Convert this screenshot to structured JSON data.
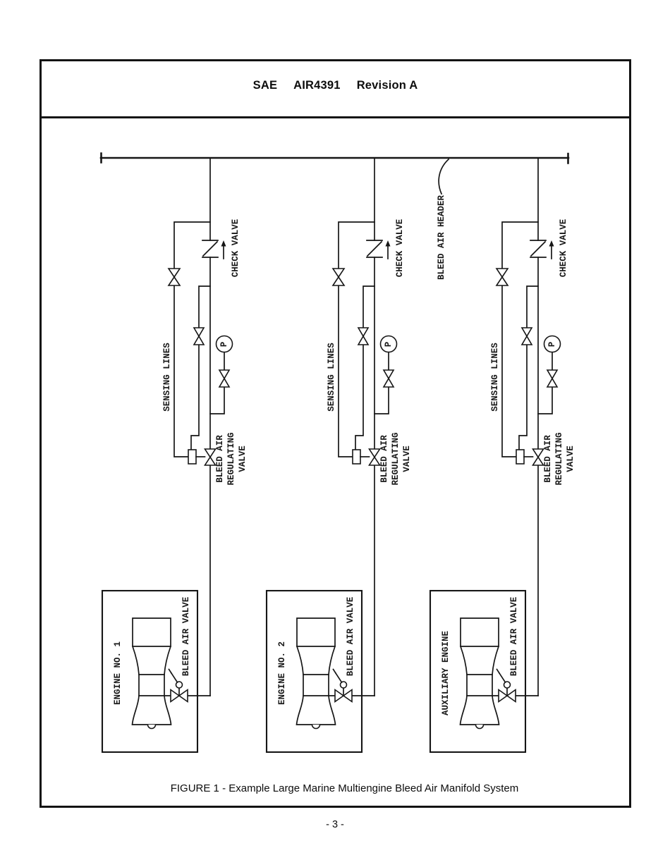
{
  "header": {
    "org": "SAE",
    "doc_number": "AIR4391",
    "revision": "Revision A"
  },
  "figure": {
    "caption": "FIGURE 1 - Example Large Marine Multiengine Bleed Air Manifold System"
  },
  "footer": {
    "page_number": "- 3 -"
  },
  "diagram": {
    "header_label": "BLEED AIR HEADER",
    "labels": {
      "check_valve": "CHECK VALVE",
      "sensing_lines": "SENSING LINES",
      "regulating_valve_lines": [
        "BLEED AIR",
        "REGULATING",
        "VALVE"
      ],
      "bleed_air_valve": "BLEED AIR VALVE",
      "pressure_gauge": "P"
    },
    "units": [
      {
        "id": "engine-1",
        "engine_label": "ENGINE NO. 1"
      },
      {
        "id": "engine-2",
        "engine_label": "ENGINE NO. 2"
      },
      {
        "id": "auxiliary-engine",
        "engine_label": "AUXILIARY ENGINE"
      }
    ],
    "ink_color": "#161616"
  }
}
